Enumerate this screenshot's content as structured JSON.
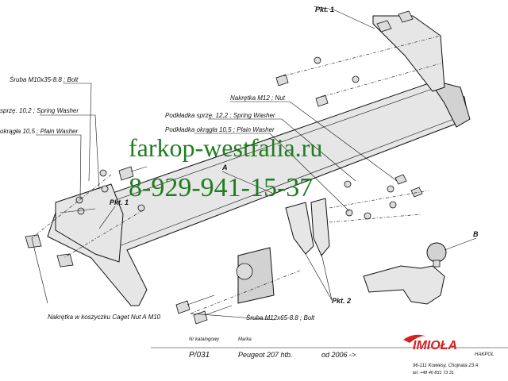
{
  "labels": {
    "pkt1_top": "Pkt. 1",
    "pkt1_left": "Pkt. 1",
    "pkt2": "Pkt. 2",
    "marker_a": "A",
    "marker_b": "B",
    "bolt_m10": "Śruba M10x35-8.8  ;  Bolt",
    "spring_washer_10": "sprzę. 10,2 ; Spring Washer",
    "plain_washer_10": "okrągła 10,5 ; Plain Washer",
    "nut_m12": "Nakrętka  M12 ; Nut",
    "spring_washer_12": "Podkładka sprzę. 12,2 ; Spring Washer",
    "plain_washer_12": "Podkładka okrągła 10,5 ; Plain Washer",
    "cage_nut": "Nakrętka w koszyczku Caget Nut A M10",
    "bolt_m12": "Śruba M12x65-8.8  ;  Bolt"
  },
  "watermark": {
    "site": "farkop-westfalia.ru",
    "phone": "8-929-941-15-37"
  },
  "footer": {
    "catalog_label": "Nr katalogowy",
    "catalog_no": "P/031",
    "brand_label": "Marka",
    "model": "Peugeot 207 htb.",
    "from": "od 2006 ->"
  },
  "company": {
    "name": "IMIOŁA",
    "sub": "HAKPOL",
    "address": "96-111 Kowiesy, Chojnata 23 A",
    "phone": "tel. +48 46 831 73 31"
  },
  "colors": {
    "watermark": "#1f7d1f",
    "brand": "#d42020"
  }
}
